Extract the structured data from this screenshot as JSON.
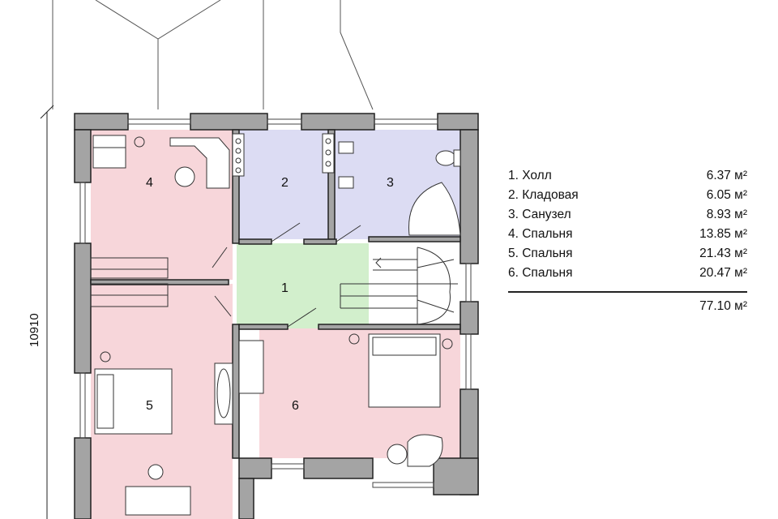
{
  "dimension_label": "10910",
  "rooms": [
    {
      "num": "1",
      "name": "Холл",
      "area": "6.37 м²"
    },
    {
      "num": "2",
      "name": "Кладовая",
      "area": "6.05 м²"
    },
    {
      "num": "3",
      "name": "Санузел",
      "area": "8.93 м²"
    },
    {
      "num": "4",
      "name": "Спальня",
      "area": "13.85 м²"
    },
    {
      "num": "5",
      "name": "Спальня",
      "area": "21.43 м²"
    },
    {
      "num": "6",
      "name": "Спальня",
      "area": "20.47 м²"
    }
  ],
  "legend": [
    {
      "label": "1. Холл",
      "area": "6.37 м²"
    },
    {
      "label": "2. Кладовая",
      "area": "6.05 м²"
    },
    {
      "label": "3. Санузел",
      "area": "8.93 м²"
    },
    {
      "label": "4. Спальня",
      "area": "13.85 м²"
    },
    {
      "label": "5. Спальня",
      "area": "21.43 м²"
    },
    {
      "label": "6. Спальня",
      "area": "20.47 м²"
    }
  ],
  "total_area": "77.10 м²",
  "colors": {
    "bedroom": "#f7d6da",
    "storage": "#dcdcf3",
    "bathroom": "#dcdcf3",
    "hall": "#d2efcc",
    "wall": "#a4a4a4",
    "wall_outline": "#222222"
  }
}
